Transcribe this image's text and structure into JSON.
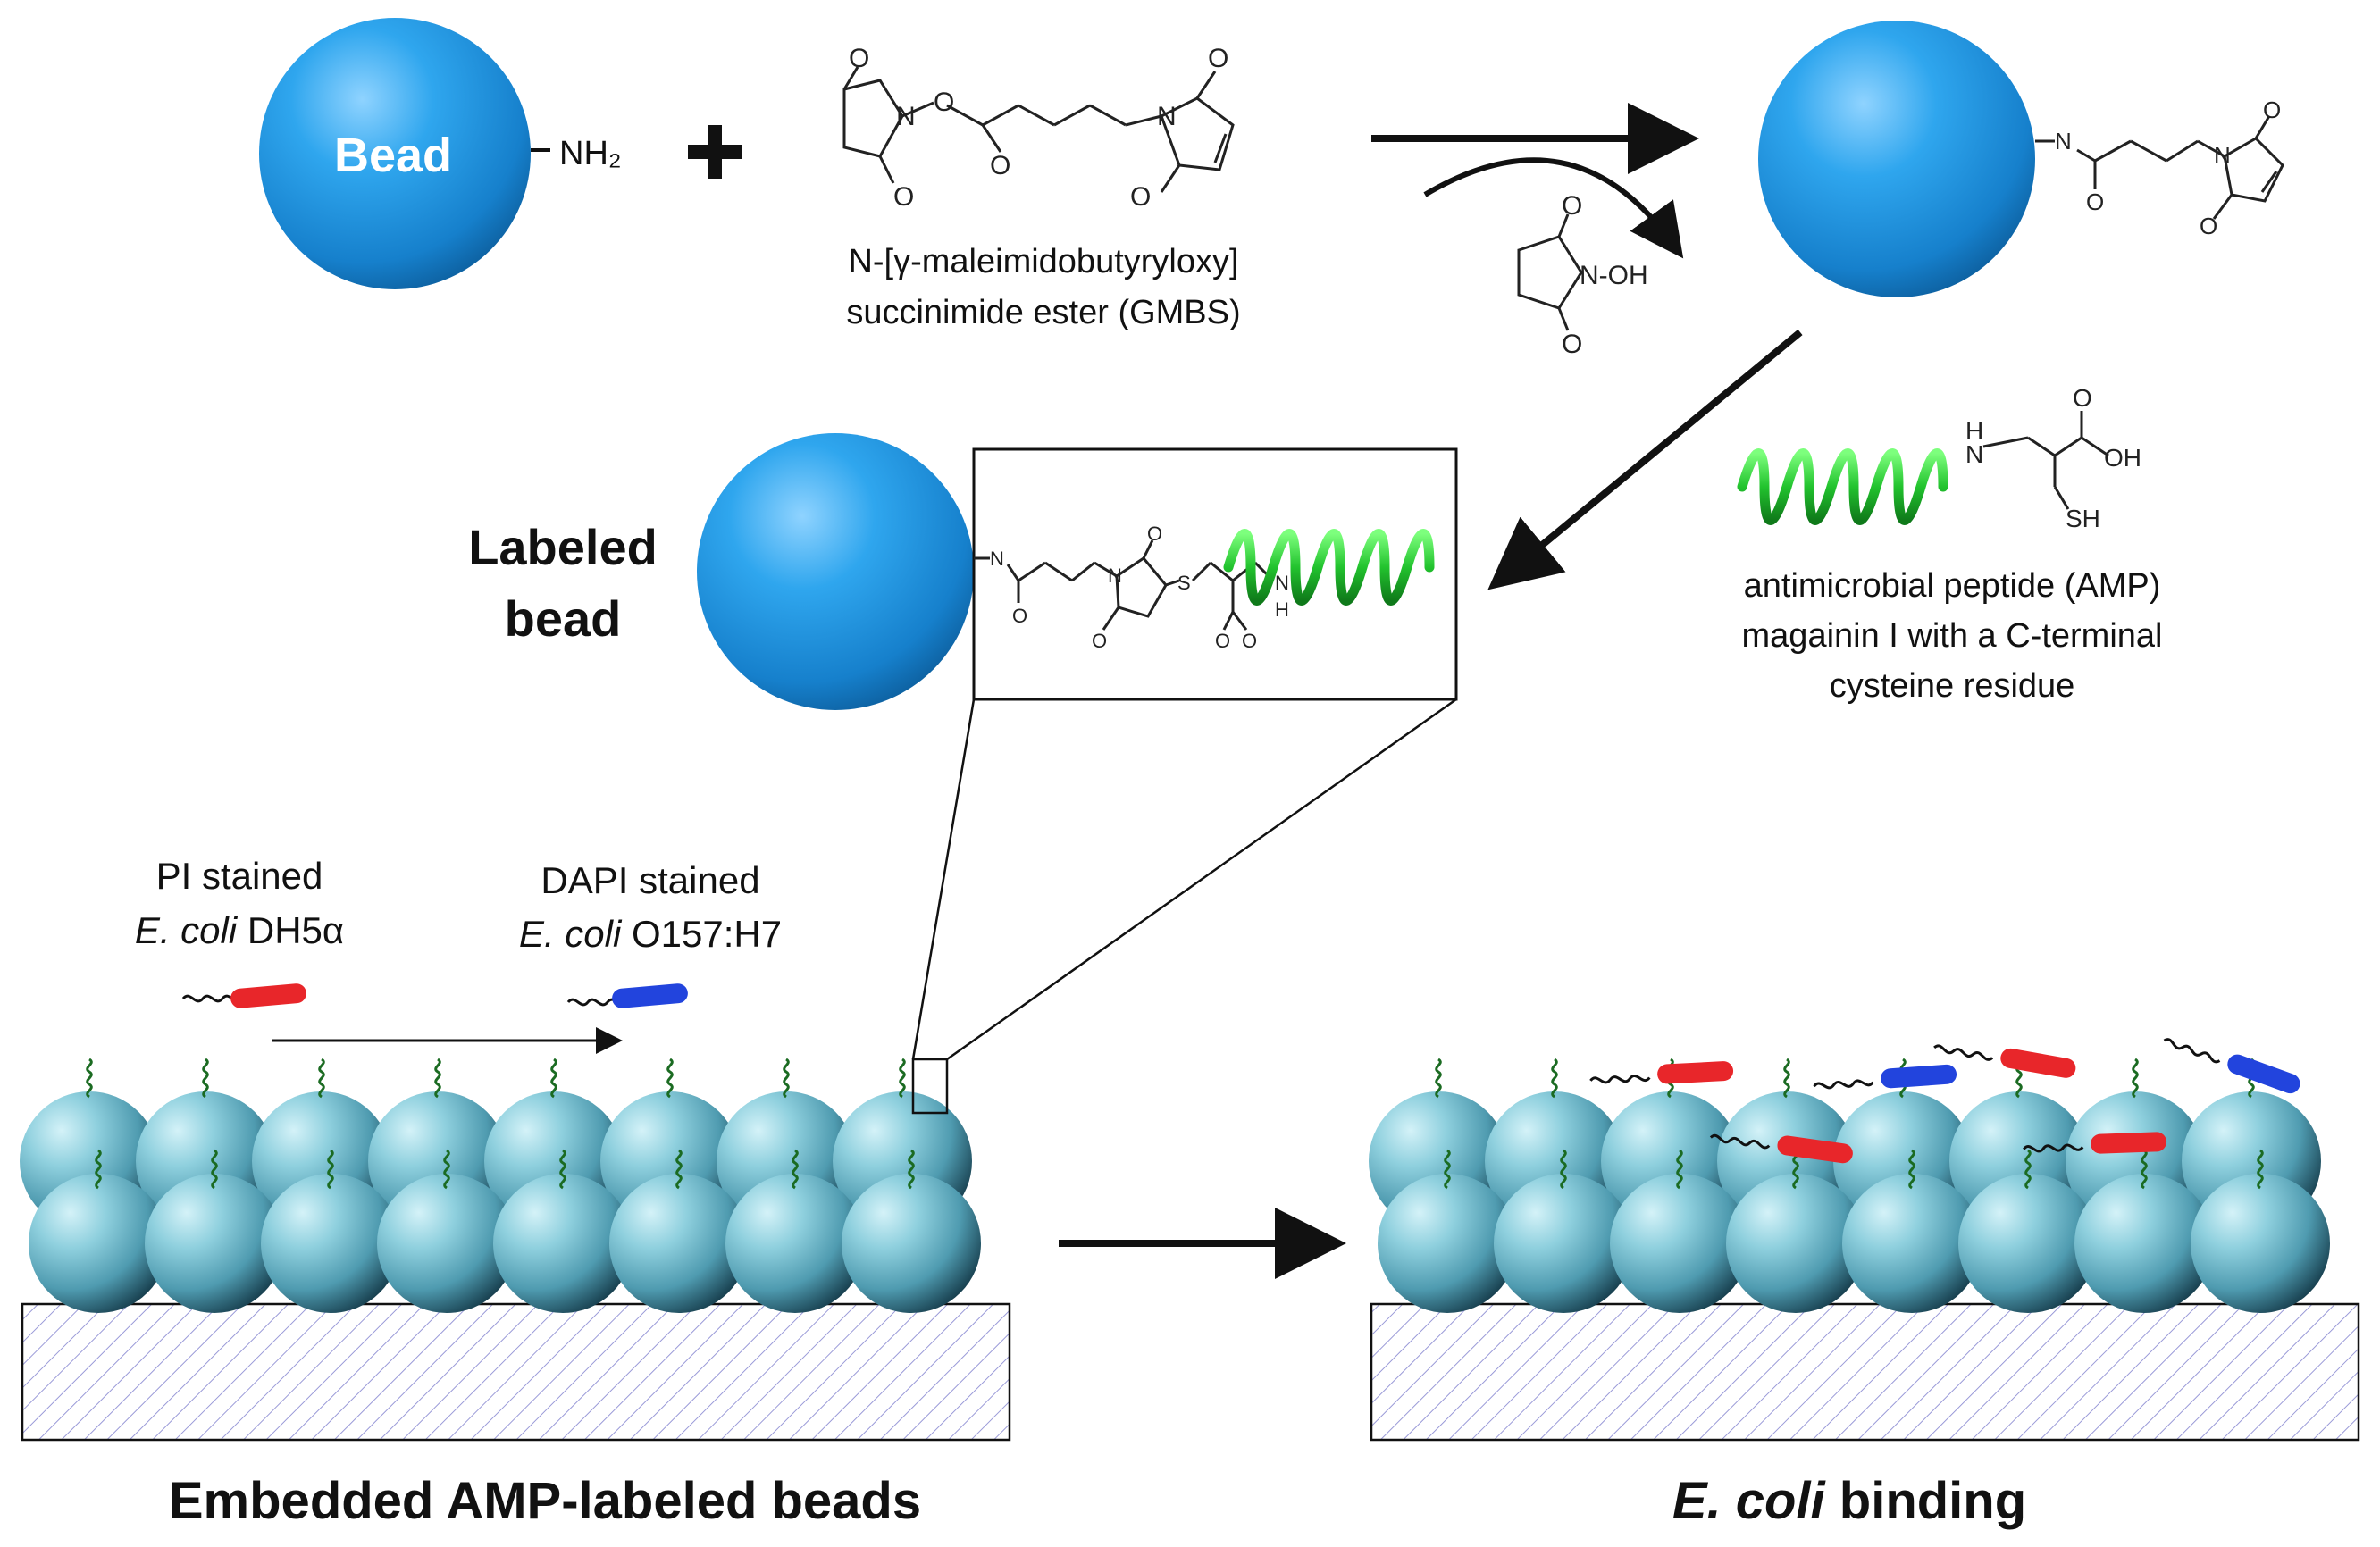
{
  "bead_label": "Bead",
  "amine_group": "NH₂",
  "gmbs": {
    "line1": "N-[γ-maleimidobutyryloxy]",
    "line2": "succinimide ester (GMBS)"
  },
  "nhs_label": "N-OH",
  "labeled_bead": {
    "line1": "Labeled",
    "line2": "bead"
  },
  "amp": {
    "line1": "antimicrobial peptide (AMP)",
    "line2": "magainin I with a C-terminal",
    "line3": "cysteine residue"
  },
  "pi_stain": {
    "line1": "PI stained",
    "species": "E. coli",
    "strain": "DH5α"
  },
  "dapi_stain": {
    "line1": "DAPI stained",
    "species": "E. coli",
    "strain": "O157:H7"
  },
  "captions": {
    "left": "Embedded AMP-labeled beads",
    "right_species": "E. coli",
    "right_rest": " binding"
  },
  "chem_atoms": {
    "O": "O",
    "N": "N",
    "S": "S",
    "H": "H",
    "OH": "OH",
    "SH": "SH"
  },
  "colors": {
    "bead_blue": "#1e90d8",
    "bead_cyan": "#7cc6d8",
    "peptide_green": "#2ecc40",
    "pi_red": "#e8262a",
    "dapi_blue": "#2244dd"
  }
}
